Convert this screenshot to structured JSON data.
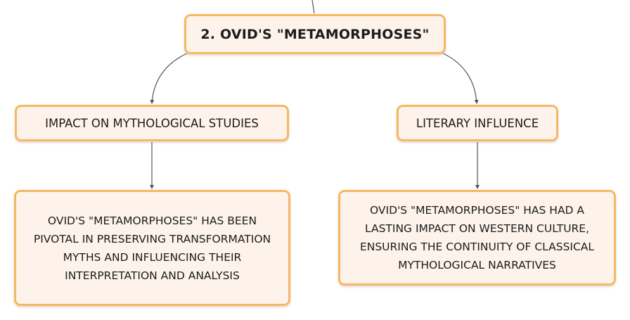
{
  "diagram": {
    "root": {
      "label": "2. OVID'S \"METAMORPHOSES\""
    },
    "branches": [
      {
        "topic": "IMPACT ON MYTHOLOGICAL STUDIES",
        "detail": "OVID'S \"METAMORPHOSES\" HAS BEEN PIVOTAL IN PRESERVING TRANSFORMATION MYTHS AND INFLUENCING THEIR INTERPRETATION AND ANALYSIS"
      },
      {
        "topic": "LITERARY INFLUENCE",
        "detail": "OVID'S \"METAMORPHOSES\" HAS HAD A LASTING IMPACT ON WESTERN CULTURE, ENSURING THE CONTINUITY OF CLASSICAL MYTHOLOGICAL NARRATIVES"
      }
    ],
    "colors": {
      "node_fill": "#fdf3ea",
      "node_border": "#f5b865",
      "connector": "#555555",
      "text": "#1c1c1c"
    }
  }
}
